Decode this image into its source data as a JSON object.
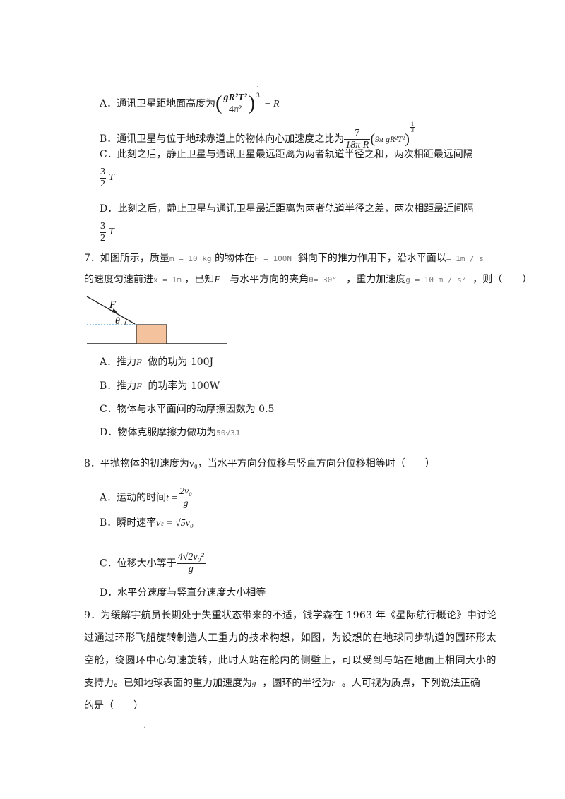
{
  "q6": {
    "optA_text": "A．通讯卫星距地面高度为",
    "optA_tail": "− R",
    "optB_text": "B．通讯卫星与位于地球赤道上的物体向心加速度之比为",
    "optB_frac_num": "7",
    "optB_frac_den": "18π R",
    "optB_paren": "9π gR²T²",
    "optC_text": "C．此刻之后，静止卫星与通讯卫星最远距离为两者轨道半径之和，两次相距最远间隔",
    "optD_text": "D．此刻之后，静止卫星与通讯卫星最近距离为两者轨道半径之差，两次相距最近间隔",
    "frac_num": "3",
    "frac_den": "2",
    "T": "T"
  },
  "q7": {
    "line1_a": "7．如图所示，质量",
    "mass": "m = 10 kg",
    "line1_b": "的物体在",
    "force": "F = 100N",
    "line1_c": "斜向下的推力作用下，沿水平面以",
    "speed": "= 1m / s",
    "line2_a": "的速度匀速前进",
    "dist": "x = 1m",
    "line2_b": "，已知",
    "F": "F",
    "line2_c": "与水平方向的夹角",
    "angle": "θ= 30°",
    "line2_d": "，重力加速度",
    "g": "g = 10 m / s²",
    "line2_e": "，则（　　）",
    "fig_F": "F",
    "fig_theta": "θ",
    "optA_a": "A．推力",
    "optA_b": "做的功为  100J",
    "optB_a": "B．推力",
    "optB_b": "的功率为  100W",
    "optC": "C．物体与水平面间的动摩擦因数为  0.5",
    "optD_a": "D．物体克服摩擦力做功为",
    "optD_b": "50√3J"
  },
  "q8": {
    "stem_a": "8．平抛物体的初速度为",
    "v0": "v₀",
    "stem_b": "，当水平方向分位移与竖直方向分位移相等时（　　）",
    "optA": "A．运动的时间",
    "optA_t": "t =",
    "optA_num": "2v₀",
    "optA_den": "g",
    "optB": "B．瞬时速率",
    "optB_expr": "vₜ = √5v₀",
    "optC": "C．位移大小等于",
    "optC_num": "4√2v₀²",
    "optC_den": "g",
    "optD": "D．水平分速度与竖直分速度大小相等"
  },
  "q9": {
    "line1": "9．为缓解宇航员长期处于失重状态带来的不适，钱学森在  1963 年《星际航行概论》中讨论",
    "line2": "过通过环形飞船旋转制造人工重力的技术构想，如图，为设想的在地球同步轨道的圆环形太",
    "line3": "空舱，绕圆环中心匀速旋转，此时人站在舱内的侧壁上，可以受到与站在地面上相同大小的",
    "line4_a": "支持力。已知地球表面的重力加速度为",
    "g": "g",
    "line4_b": "，圆环的半径为",
    "r": "r",
    "line4_c": "。人可视为质点，下列说法正确",
    "line5": "的是（　　）"
  },
  "footer_mark": "·"
}
